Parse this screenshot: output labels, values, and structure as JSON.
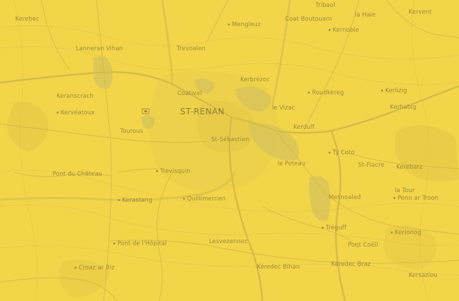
{
  "map": {
    "background": "#f3d54a",
    "town": {
      "label": "ST-RENAN"
    },
    "places": [
      {
        "label": "Kerebec",
        "dot": false
      },
      {
        "label": "Mengleuz",
        "dot": true
      },
      {
        "label": "Coat Boutouarn",
        "dot": false
      },
      {
        "label": "Kernoble",
        "dot": true
      },
      {
        "label": "la Haie",
        "dot": false
      },
      {
        "label": "Kervent",
        "dot": false
      },
      {
        "label": "Tribaol",
        "dot": false
      },
      {
        "label": "Lanneran Vihan",
        "dot": false
      },
      {
        "label": "Trevoalen",
        "dot": false
      },
      {
        "label": "Kerbrézoc",
        "dot": false
      },
      {
        "label": "Keranscrach",
        "dot": false
      },
      {
        "label": "Kervéatoux",
        "dot": true
      },
      {
        "label": "Coativel",
        "dot": false
      },
      {
        "label": "Kerlizig",
        "dot": true
      },
      {
        "label": "Roudkereg",
        "dot": true
      },
      {
        "label": "Kerhabig",
        "dot": false
      },
      {
        "label": "le Vizac",
        "dot": false
      },
      {
        "label": "Kerdulf",
        "dot": false
      },
      {
        "label": "Tourous",
        "dot": false
      },
      {
        "label": "St-Sébastien",
        "dot": false
      },
      {
        "label": "Ty Coto",
        "dot": true
      },
      {
        "label": "Pont du Château",
        "dot": false
      },
      {
        "label": "Trevisquin",
        "dot": true
      },
      {
        "label": "le Poteau",
        "dot": false
      },
      {
        "label": "St-Fiacre",
        "dot": false
      },
      {
        "label": "Kerebarz",
        "dot": false
      },
      {
        "label": "la Tour",
        "dot": false
      },
      {
        "label": "Penn ar Troon",
        "dot": true
      },
      {
        "label": "Kerastang",
        "dot": true
      },
      {
        "label": "Quillimerrien",
        "dot": true
      },
      {
        "label": "Mesnoaled",
        "dot": false
      },
      {
        "label": "Tréguff",
        "dot": true
      },
      {
        "label": "Kerlonog",
        "dot": true
      },
      {
        "label": "Pont de l'Hôpital",
        "dot": true
      },
      {
        "label": "Lesvezennec",
        "dot": false
      },
      {
        "label": "Pont Coëll",
        "dot": false
      },
      {
        "label": "Croaz ar Biz",
        "dot": true
      },
      {
        "label": "Kéredec Bihan",
        "dot": false
      },
      {
        "label": "Kéredec Braz",
        "dot": false
      },
      {
        "label": "Kersaziou",
        "dot": false
      }
    ]
  }
}
